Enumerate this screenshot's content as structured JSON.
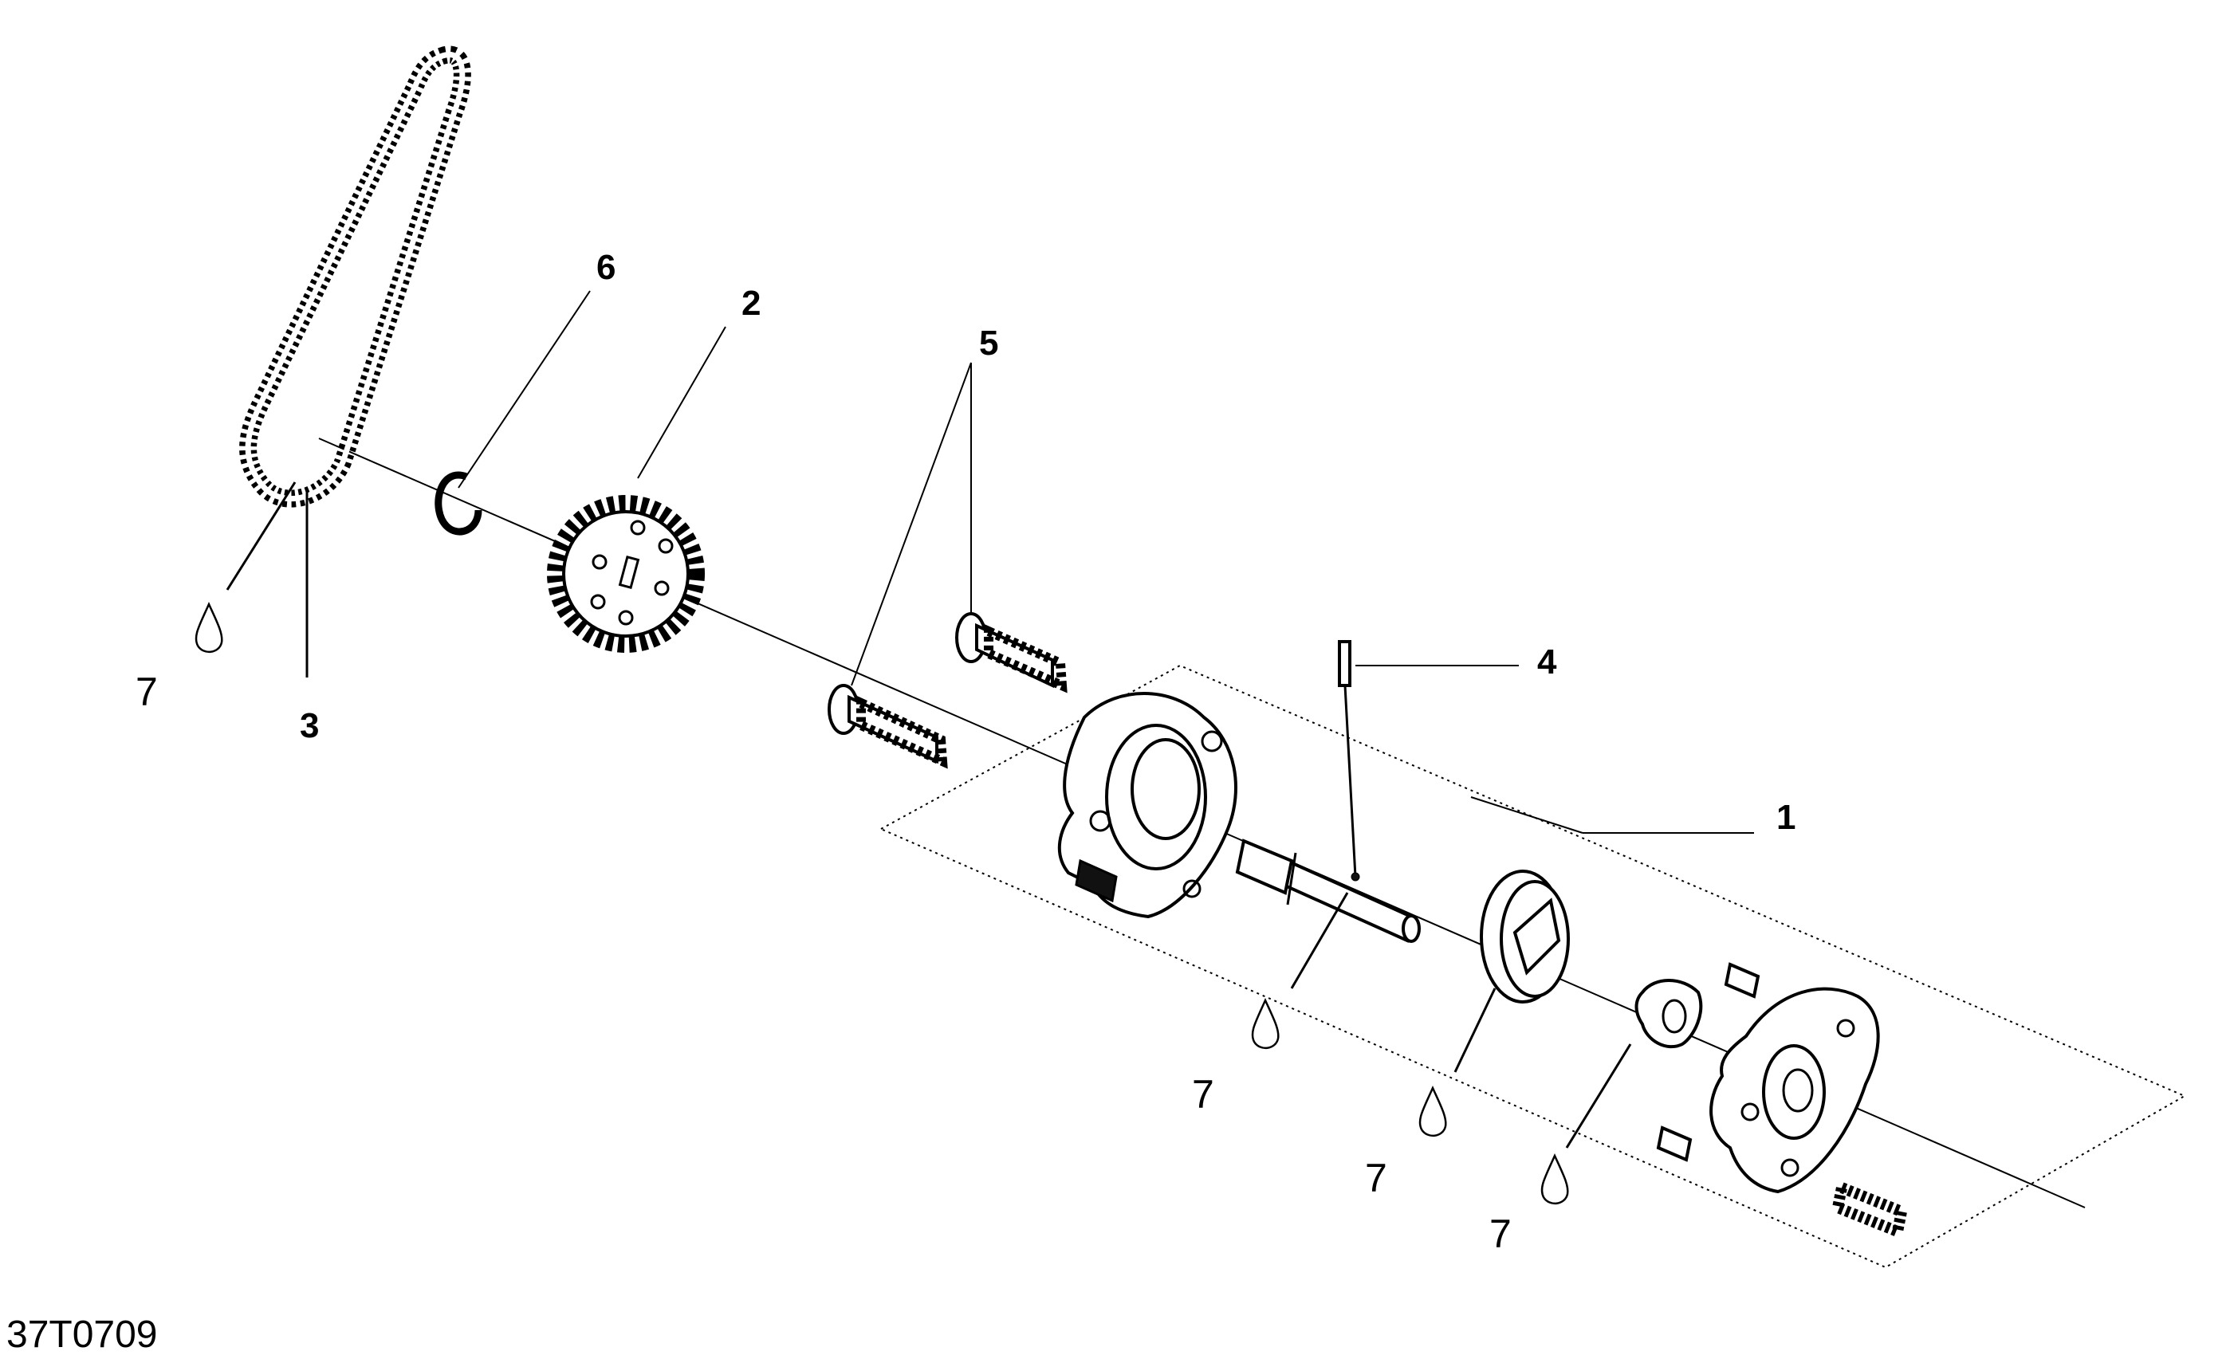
{
  "figure_code": "37T0709",
  "callouts": {
    "c1": "1",
    "c2": "2",
    "c3": "3",
    "c4": "4",
    "c5": "5",
    "c6": "6"
  },
  "lubricant_labels": [
    "7",
    "7",
    "7",
    "7"
  ],
  "icons": {
    "lubricant": "oil-drop-icon"
  }
}
